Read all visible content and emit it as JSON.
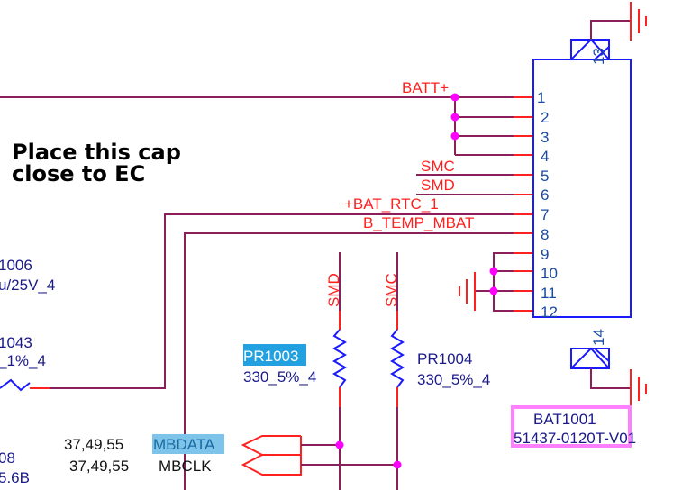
{
  "note": {
    "line1": "Place this cap",
    "line2": "close to EC"
  },
  "connector": {
    "ref": "BAT1001",
    "part_number": "51437-0120T-V01",
    "pins": [
      "1",
      "2",
      "3",
      "4",
      "5",
      "6",
      "7",
      "8",
      "9",
      "10",
      "11",
      "12"
    ],
    "shield_pins": [
      "13",
      "14"
    ]
  },
  "nets": {
    "batt_plus": "BATT+",
    "smc": "SMC",
    "smd": "SMD",
    "bat_rtc": "+BAT_RTC_1",
    "b_temp": "B_TEMP_MBAT",
    "smd_vertical": "SMD",
    "smc_vertical": "SMC"
  },
  "resistors": [
    {
      "ref": "PR1003",
      "value": "330_5%_4"
    },
    {
      "ref": "PR1004",
      "value": "330_5%_4"
    }
  ],
  "left_parts": [
    {
      "ref": "1006",
      "value": "u/25V_4"
    },
    {
      "ref": "1043",
      "value": "_1%_4"
    },
    {
      "ref": "08",
      "value": "5.6B"
    }
  ],
  "offpage": [
    {
      "pages": "37,49,55",
      "name": "MBDATA"
    },
    {
      "pages": "37,49,55",
      "name": "MBCLK"
    }
  ],
  "colors": {
    "wire": "#8a1f5a",
    "pin": "#ff2020",
    "part": "#1a1aff",
    "junction": "#ff00ff",
    "highlight": "#22a0e0",
    "selection_box": "#ff80ff"
  }
}
